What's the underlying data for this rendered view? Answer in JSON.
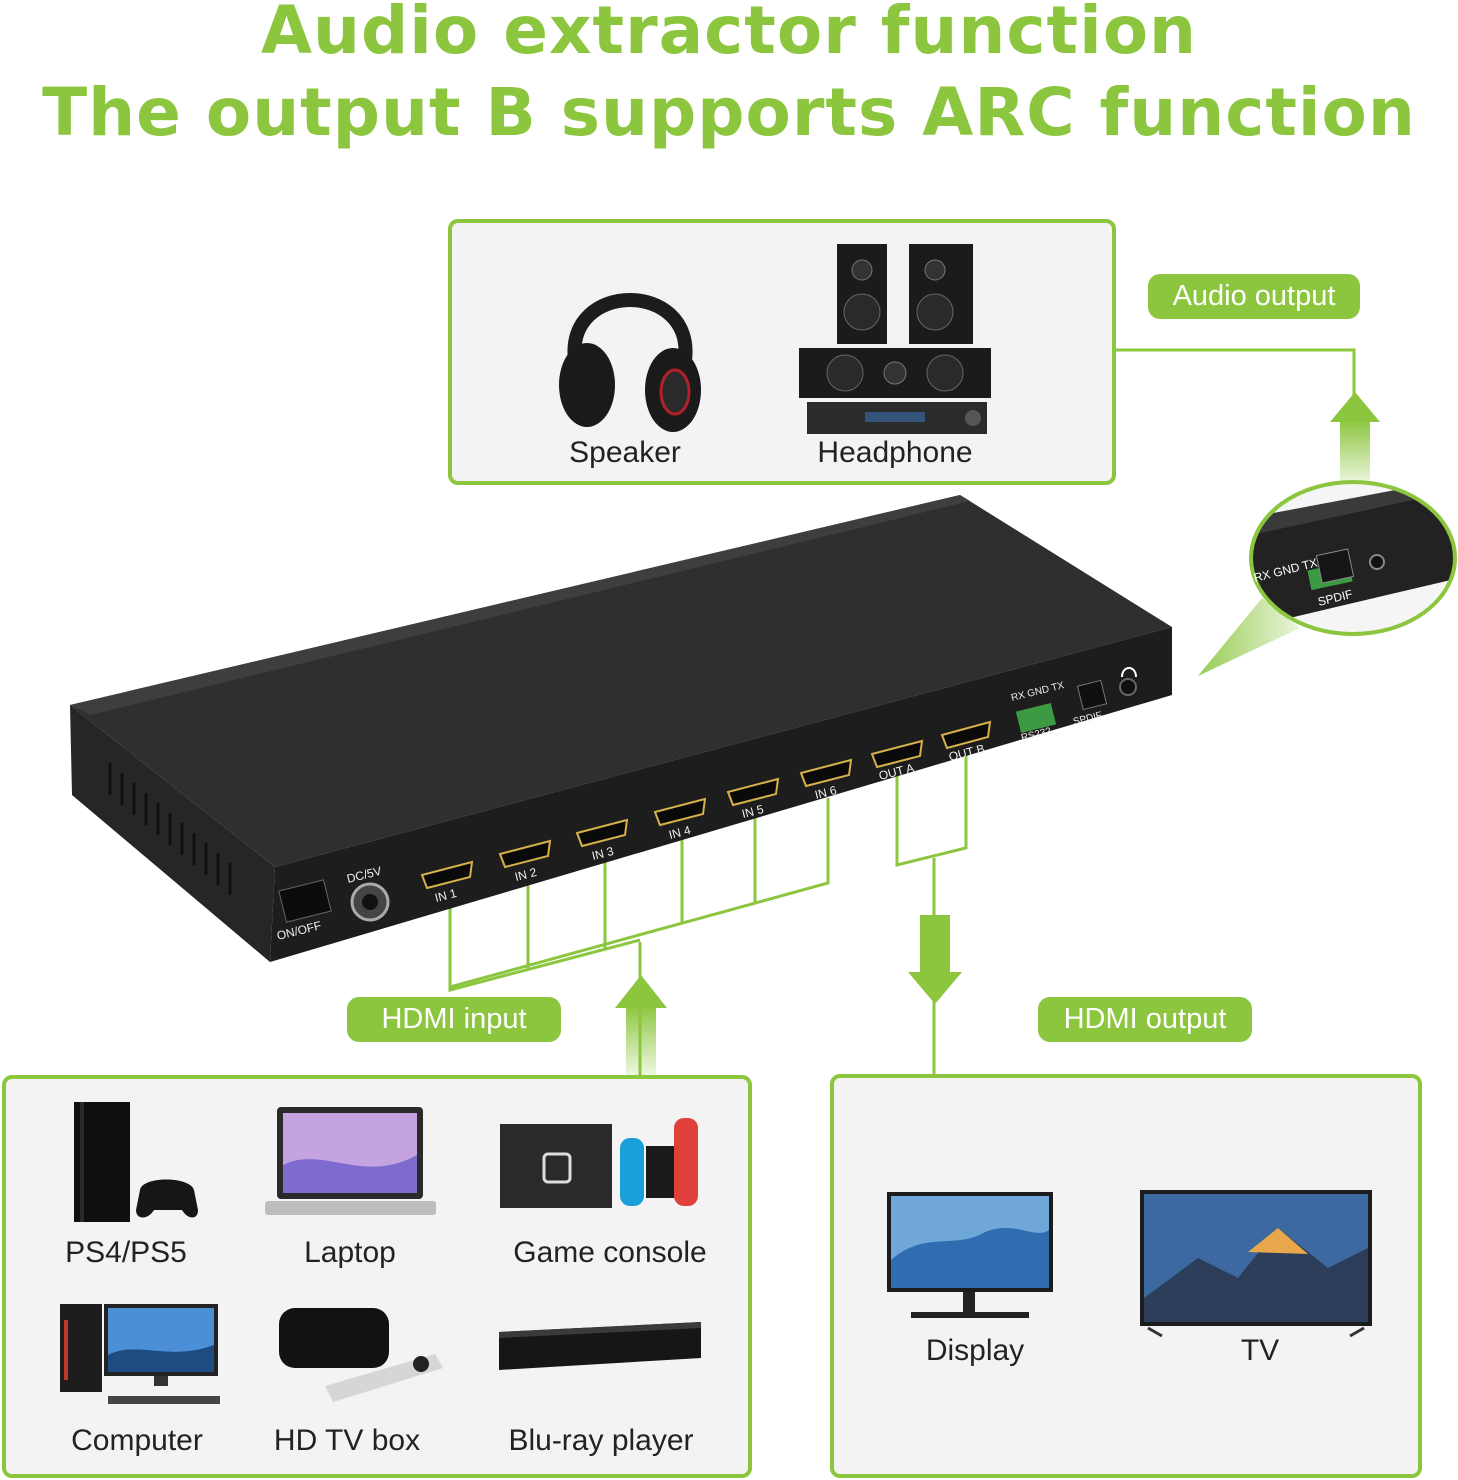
{
  "title": {
    "line1": "Audio extractor function",
    "line2": "The output B supports ARC function"
  },
  "audio_panel": {
    "items": [
      {
        "label": "Speaker",
        "icon": "headphones-icon"
      },
      {
        "label": "Headphone",
        "icon": "speaker-system-icon"
      }
    ]
  },
  "tags": {
    "audio_output": "Audio output",
    "hdmi_input": "HDMI input",
    "hdmi_output": "HDMI output"
  },
  "device": {
    "switch_label": "ON/OFF",
    "power_label": "DC/5V",
    "inputs": [
      "IN 1",
      "IN 2",
      "IN 3",
      "IN 4",
      "IN 5",
      "IN 6"
    ],
    "outputs": [
      "OUT A",
      "OUT B"
    ],
    "rs232_pins": "RX GND TX",
    "rs232_label": "RS232",
    "spdif_label": "SPDIF"
  },
  "zoom": {
    "pins": "RX GND TX",
    "spdif": "SPDIF"
  },
  "input_panel": {
    "items": [
      {
        "label": "PS4/PS5",
        "icon": "game-console-icon"
      },
      {
        "label": "Laptop",
        "icon": "laptop-icon"
      },
      {
        "label": "Game console",
        "icon": "handheld-console-icon"
      },
      {
        "label": "Computer",
        "icon": "desktop-computer-icon"
      },
      {
        "label": "HD TV box",
        "icon": "tv-box-icon"
      },
      {
        "label": "Blu-ray player",
        "icon": "bluray-player-icon"
      }
    ]
  },
  "output_panel": {
    "items": [
      {
        "label": "Display",
        "icon": "monitor-icon"
      },
      {
        "label": "TV",
        "icon": "tv-icon"
      }
    ]
  },
  "colors": {
    "accent": "#8cc63f",
    "device_body": "#262626",
    "panel_bg": "#f3f3f3"
  }
}
